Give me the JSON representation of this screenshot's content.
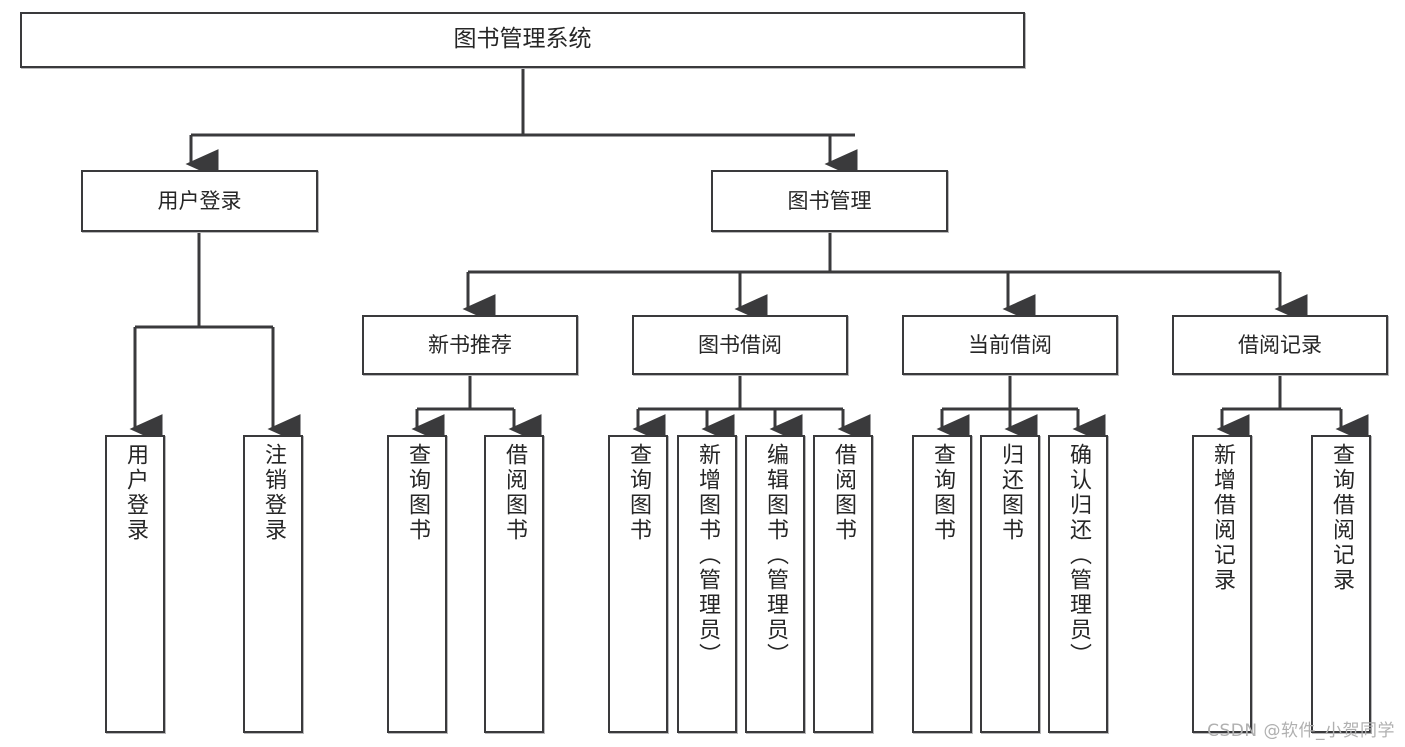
{
  "diagram": {
    "title": "图书管理系统",
    "type": "tree",
    "watermark": "CSDN @软件_小贺同学",
    "colors": {
      "box_border": "#3a3a3c",
      "box_fill": "#ffffff",
      "connector": "#3a3a3c",
      "text": "#262626",
      "watermark": "#b0b0b0"
    },
    "root": {
      "label": "图书管理系统"
    },
    "level2": [
      {
        "label": "用户登录"
      },
      {
        "label": "图书管理"
      }
    ],
    "level3": [
      {
        "label": "新书推荐"
      },
      {
        "label": "图书借阅"
      },
      {
        "label": "当前借阅"
      },
      {
        "label": "借阅记录"
      }
    ],
    "leaves": [
      {
        "label": "用户登录",
        "parent": "用户登录"
      },
      {
        "label": "注销登录",
        "parent": "用户登录"
      },
      {
        "label": "查询图书",
        "parent": "新书推荐"
      },
      {
        "label": "借阅图书",
        "parent": "新书推荐"
      },
      {
        "label": "查询图书",
        "parent": "图书借阅"
      },
      {
        "label": "新增图书（管理员）",
        "parent": "图书借阅"
      },
      {
        "label": "编辑图书（管理员）",
        "parent": "图书借阅"
      },
      {
        "label": "借阅图书",
        "parent": "图书借阅"
      },
      {
        "label": "查询图书",
        "parent": "当前借阅"
      },
      {
        "label": "归还图书",
        "parent": "当前借阅"
      },
      {
        "label": "确认归还（管理员）",
        "parent": "当前借阅"
      },
      {
        "label": "新增借阅记录",
        "parent": "借阅记录"
      },
      {
        "label": "查询借阅记录",
        "parent": "借阅记录"
      }
    ]
  }
}
